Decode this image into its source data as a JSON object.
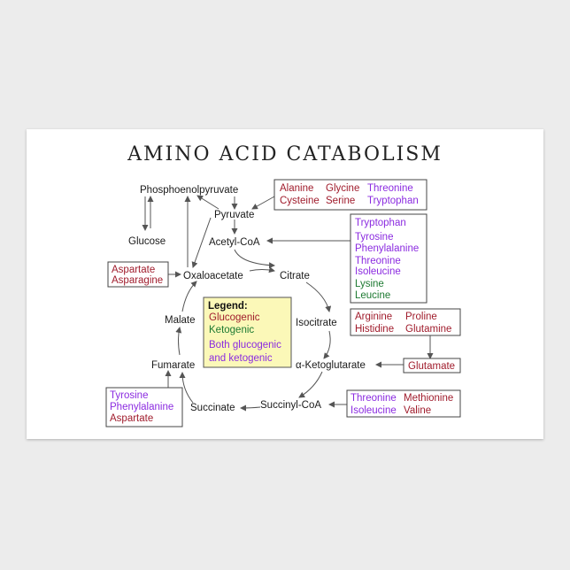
{
  "title": "AMINO ACID CATABOLISM",
  "colors": {
    "glucogenic": "#a01c2c",
    "ketogenic": "#1e7a32",
    "both": "#8b2be0",
    "legend_bg": "#fbf8b8"
  },
  "nodes": {
    "pep": "Phosphoenolpyruvate",
    "glucose": "Glucose",
    "pyruvate": "Pyruvate",
    "acetyl_coa": "Acetyl-CoA",
    "oxaloacetate": "Oxaloacetate",
    "citrate": "Citrate",
    "malate": "Malate",
    "isocitrate": "Isocitrate",
    "fumarate": "Fumarate",
    "akg": "α-Ketoglutarate",
    "succinate": "Succinate",
    "succinyl_coa": "Succinyl-CoA"
  },
  "legend": {
    "heading": "Legend:",
    "glucogenic": "Glucogenic",
    "ketogenic": "Ketogenic",
    "both_line1": "Both glucogenic",
    "both_line2": "and ketogenic"
  },
  "boxes": {
    "pyruvate_box": {
      "alanine": "Alanine",
      "glycine": "Glycine",
      "threonine": "Threonine",
      "cysteine": "Cysteine",
      "serine": "Serine",
      "tryptophan": "Tryptophan"
    },
    "acetyl_box": {
      "tryptophan": "Tryptophan",
      "tyrosine": "Tyrosine",
      "phenylalanine": "Phenylalanine",
      "threonine": "Threonine",
      "isoleucine": "Isoleucine",
      "lysine": "Lysine",
      "leucine": "Leucine"
    },
    "oxaloacetate_box": {
      "aspartate": "Aspartate",
      "asparagine": "Asparagine"
    },
    "glutamate_group_box": {
      "arginine": "Arginine",
      "proline": "Proline",
      "histidine": "Histidine",
      "glutamine": "Glutamine"
    },
    "glutamate_box": {
      "glutamate": "Glutamate"
    },
    "succinyl_box": {
      "threonine": "Threonine",
      "methionine": "Methionine",
      "isoleucine": "Isoleucine",
      "valine": "Valine"
    },
    "fumarate_box": {
      "tyrosine": "Tyrosine",
      "phenylalanine": "Phenylalanine",
      "aspartate": "Aspartate"
    }
  }
}
